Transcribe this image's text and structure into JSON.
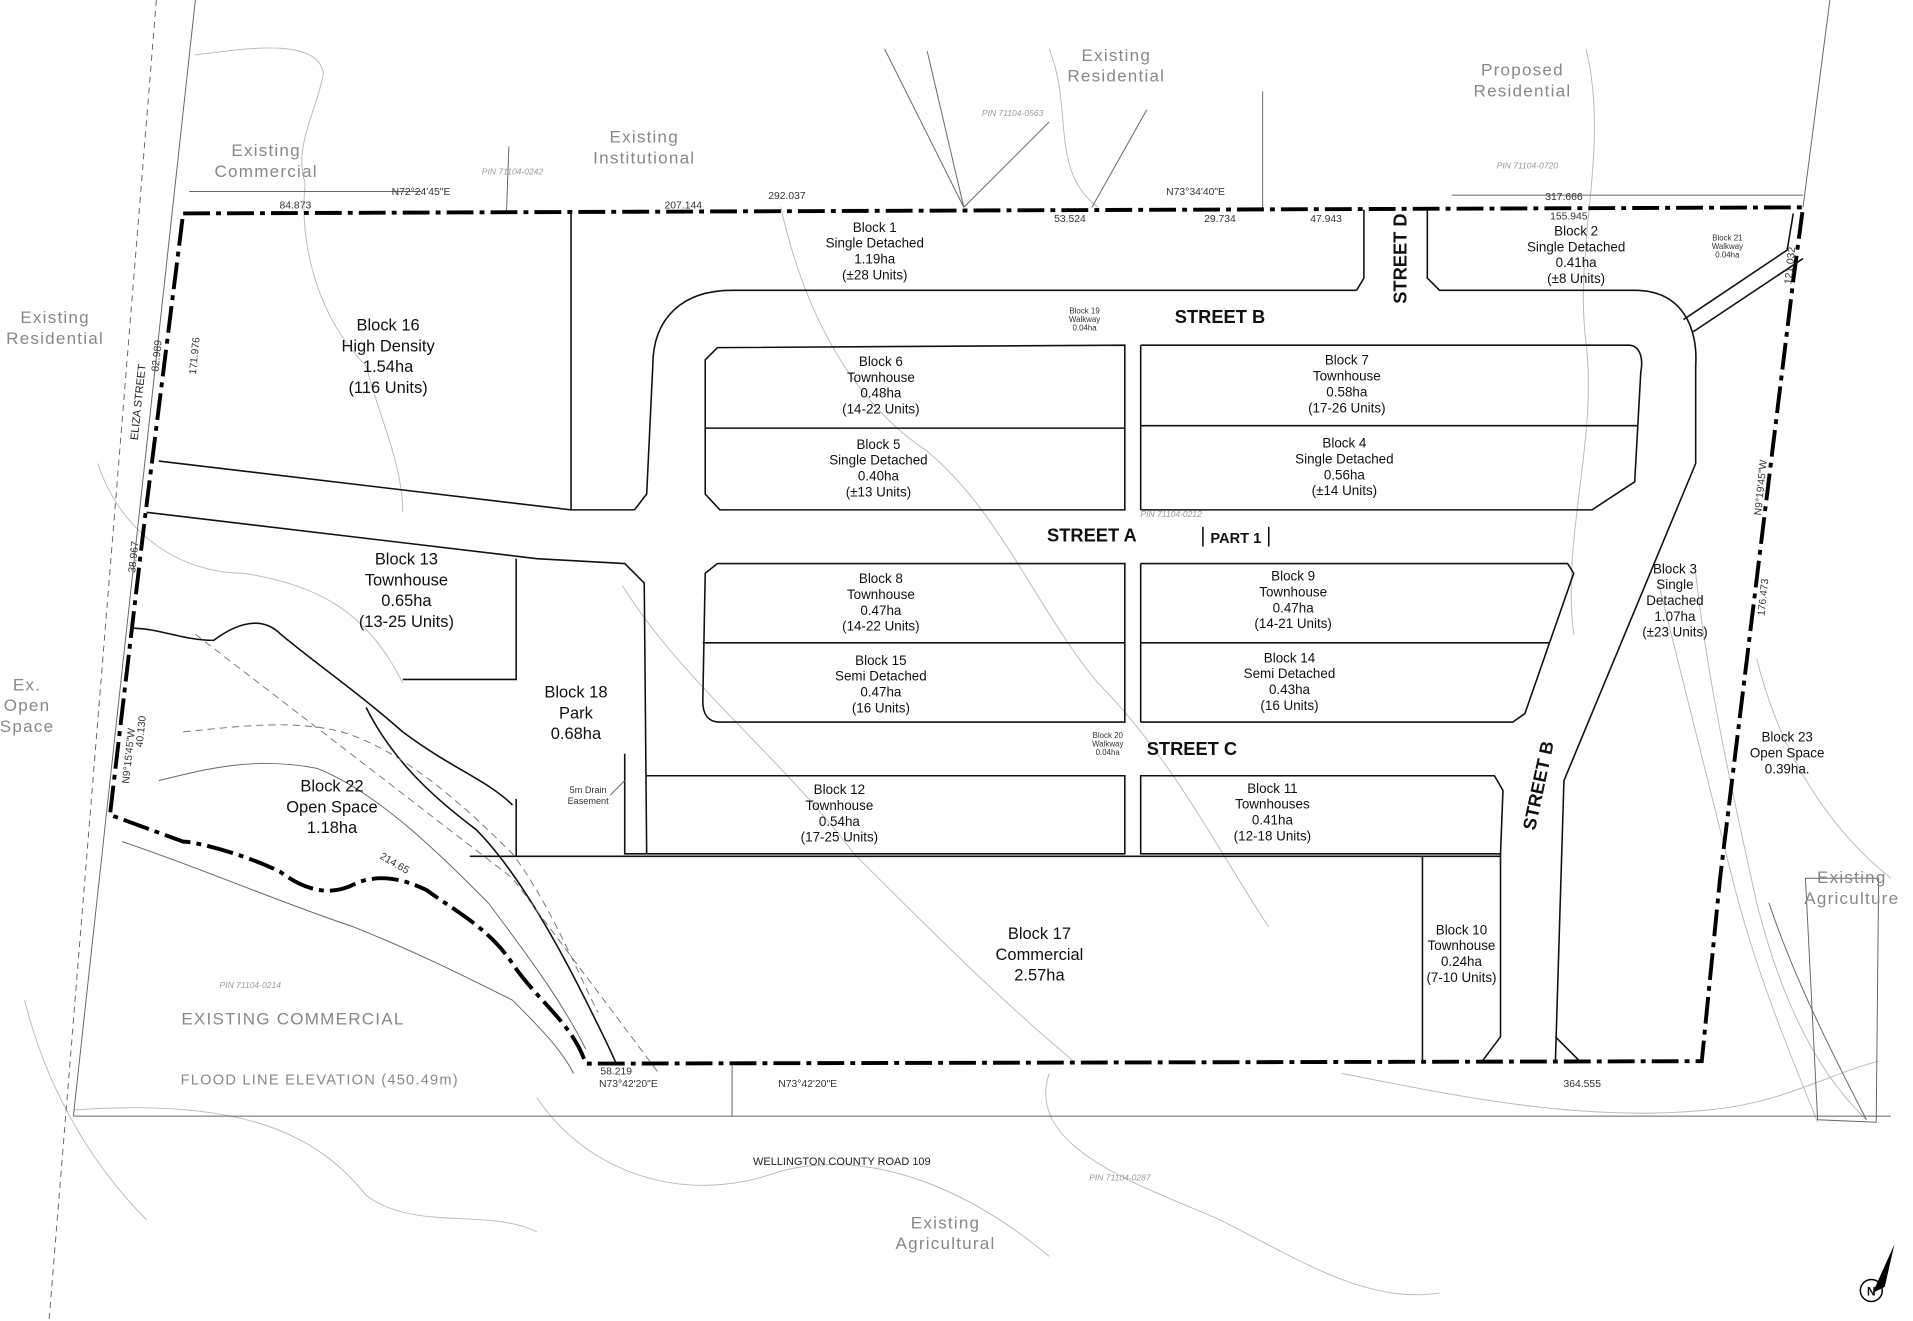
{
  "regions": {
    "existing_commercial_nw": [
      "Existing",
      "Commercial"
    ],
    "existing_institutional": [
      "Existing",
      "Institutional"
    ],
    "existing_residential_n": [
      "Existing",
      "Residential"
    ],
    "proposed_residential": [
      "Proposed",
      "Residential"
    ],
    "existing_residential_w": [
      "Existing",
      "Residential"
    ],
    "ex_open_space": [
      "Ex.",
      "Open",
      "Space"
    ],
    "existing_agriculture_e": [
      "Existing",
      "Agriculture"
    ],
    "existing_agricultural_s": [
      "Existing",
      "Agricultural"
    ],
    "existing_commercial_sw": "EXISTING COMMERCIAL",
    "flood_line": "FLOOD LINE ELEVATION (450.49m)",
    "county_road": "WELLINGTON COUNTY ROAD 109",
    "eliza_street": "ELIZA STREET"
  },
  "streets": {
    "street_b": "STREET B",
    "street_a": "STREET A",
    "part_1": "PART 1",
    "street_c": "STREET C",
    "street_d": "STREET D",
    "street_b_vertical": "STREET B"
  },
  "blocks": [
    {
      "id": "b1",
      "lines": [
        "Block 1",
        "Single Detached",
        "1.19ha",
        "(±28 Units)"
      ]
    },
    {
      "id": "b2",
      "lines": [
        "Block 2",
        "Single Detached",
        "0.41ha",
        "(±8 Units)"
      ]
    },
    {
      "id": "b16",
      "lines": [
        "Block 16",
        "High Density",
        "1.54ha",
        "(116 Units)"
      ]
    },
    {
      "id": "b6",
      "lines": [
        "Block 6",
        "Townhouse",
        "0.48ha",
        "(14-22 Units)"
      ]
    },
    {
      "id": "b7",
      "lines": [
        "Block 7",
        "Townhouse",
        "0.58ha",
        "(17-26 Units)"
      ]
    },
    {
      "id": "b5",
      "lines": [
        "Block 5",
        "Single Detached",
        "0.40ha",
        "(±13 Units)"
      ]
    },
    {
      "id": "b4",
      "lines": [
        "Block 4",
        "Single Detached",
        "0.56ha",
        "(±14 Units)"
      ]
    },
    {
      "id": "b13",
      "lines": [
        "Block 13",
        "Townhouse",
        "0.65ha",
        "(13-25 Units)"
      ]
    },
    {
      "id": "b8",
      "lines": [
        "Block 8",
        "Townhouse",
        "0.47ha",
        "(14-22 Units)"
      ]
    },
    {
      "id": "b9",
      "lines": [
        "Block 9",
        "Townhouse",
        "0.47ha",
        "(14-21 Units)"
      ]
    },
    {
      "id": "b3",
      "lines": [
        "Block 3",
        "Single",
        "Detached",
        "1.07ha",
        "(±23 Units)"
      ]
    },
    {
      "id": "b15",
      "lines": [
        "Block 15",
        "Semi Detached",
        "0.47ha",
        "(16 Units)"
      ]
    },
    {
      "id": "b14",
      "lines": [
        "Block 14",
        "Semi Detached",
        "0.43ha",
        "(16 Units)"
      ]
    },
    {
      "id": "b18",
      "lines": [
        "Block 18",
        "Park",
        "0.68ha"
      ]
    },
    {
      "id": "b22",
      "lines": [
        "Block 22",
        "Open Space",
        "1.18ha"
      ]
    },
    {
      "id": "b23",
      "lines": [
        "Block 23",
        "Open Space",
        "0.39ha."
      ]
    },
    {
      "id": "b12",
      "lines": [
        "Block 12",
        "Townhouse",
        "0.54ha",
        "(17-25 Units)"
      ]
    },
    {
      "id": "b11",
      "lines": [
        "Block 11",
        "Townhouses",
        "0.41ha",
        "(12-18 Units)"
      ]
    },
    {
      "id": "b17",
      "lines": [
        "Block 17",
        "Commercial",
        "2.57ha"
      ]
    },
    {
      "id": "b10",
      "lines": [
        "Block 10",
        "Townhouse",
        "0.24ha",
        "(7-10 Units)"
      ]
    },
    {
      "id": "b19",
      "lines": [
        "Block 19",
        "Walkway",
        "0.04ha"
      ]
    },
    {
      "id": "b20",
      "lines": [
        "Block 20",
        "Walkway",
        "0.04ha"
      ]
    },
    {
      "id": "b21",
      "lines": [
        "Block 21",
        "Walkway",
        "0.04ha"
      ]
    }
  ],
  "easement": [
    "5m Drain",
    "Easement"
  ],
  "dimensions": {
    "d1": "84.873",
    "d2": "207.144",
    "d3": "292.037",
    "d4": "53.524",
    "d5": "29.734",
    "d6": "47.943",
    "d7": "317.666",
    "d8": "155.945",
    "d9": "N72°24'45\"E",
    "d10": "N73°34'40\"E",
    "d11": "121.032",
    "d12": "171.976",
    "d13": "82.989",
    "d14": "38.967",
    "d15": "214.65",
    "d16": "58.219",
    "d17": "N73°42'20\"E",
    "d18": "N73°42'20\"E",
    "d19": "364.555",
    "d20": "N9°19'45\"W",
    "d21": "176.473",
    "d22": "N9°15'45\"W",
    "d23": "40.130"
  },
  "pins": {
    "p1": "PIN 71104-0242",
    "p2": "PIN 71104-0563",
    "p3": "PIN 71104-0720",
    "p4": "PIN 71104-0212",
    "p5": "PIN 71104-0214",
    "p6": "PIN 71104-0287"
  }
}
